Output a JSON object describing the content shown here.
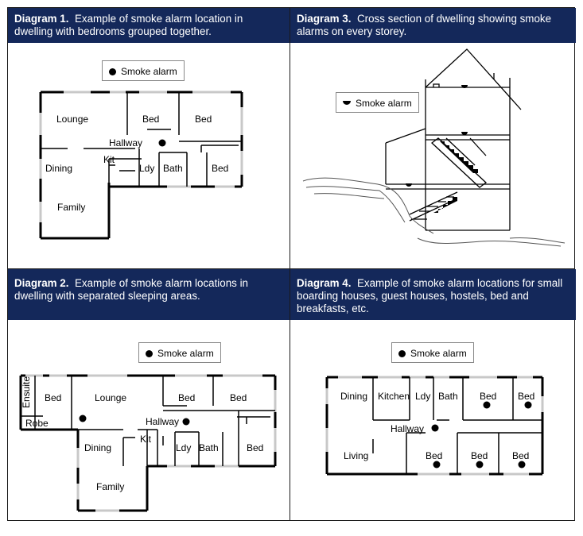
{
  "panels": {
    "d1": {
      "num": "Diagram 1.",
      "text": "Example of smoke alarm location in dwelling with bedrooms grouped together."
    },
    "d3": {
      "num": "Diagram 3.",
      "text": "Cross section of dwelling showing smoke alarms on every storey."
    },
    "d2": {
      "num": "Diagram 2.",
      "text": "Example of smoke alarm locations in dwelling with separated sleeping areas."
    },
    "d4": {
      "num": "Diagram 4.",
      "text": "Example of smoke alarm locations for small boarding houses, guest houses, hostels, bed and breakfasts, etc."
    }
  },
  "legend": {
    "label": "Smoke alarm"
  },
  "rooms1": {
    "lounge": "Lounge",
    "bed_a": "Bed",
    "bed_b": "Bed",
    "hallway": "Hallway",
    "kit": "Kit",
    "dining": "Dining",
    "ldy": "Ldy",
    "bath": "Bath",
    "bed_c": "Bed",
    "family": "Family"
  },
  "rooms2": {
    "ensuite": "Ensuite",
    "bed_a": "Bed",
    "robe": "Robe",
    "lounge": "Lounge",
    "bed_b": "Bed",
    "bed_c": "Bed",
    "hallway": "Hallway",
    "kit": "Kit",
    "dining": "Dining",
    "ldy": "Ldy",
    "bath": "Bath",
    "bed_d": "Bed",
    "family": "Family"
  },
  "rooms4": {
    "dining": "Dining",
    "kitchen": "Kitchen",
    "ldy": "Ldy",
    "bath": "Bath",
    "bed_a": "Bed",
    "bed_b": "Bed",
    "hallway": "Hallway",
    "living": "Living",
    "bed_c": "Bed",
    "bed_d": "Bed",
    "bed_e": "Bed"
  },
  "colors": {
    "header": "#14285a",
    "header_text": "#ffffff",
    "window": "#c8c8c8"
  }
}
